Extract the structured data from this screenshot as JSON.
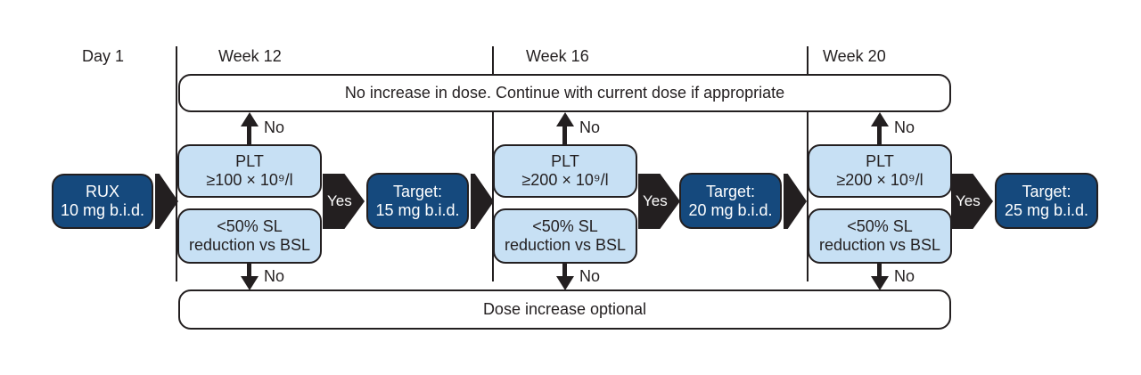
{
  "colors": {
    "navy": "#15497d",
    "light_blue": "#c7e0f4",
    "ink": "#231f20",
    "background": "#ffffff"
  },
  "timeline": {
    "day1": "Day 1",
    "weeks": [
      "Week 12",
      "Week 16",
      "Week 20"
    ]
  },
  "top_banner": "No increase in dose. Continue with current dose if appropriate",
  "bottom_banner": "Dose increase optional",
  "start_box": {
    "line1": "RUX",
    "line2": "10 mg b.i.d."
  },
  "columns": [
    {
      "week": "Week 12",
      "plt_line1": "PLT",
      "plt_line2": "≥100 × 10⁹/l",
      "sl_line1": "<50% SL",
      "sl_line2": "reduction vs BSL",
      "no_top": "No",
      "no_bottom": "No",
      "yes": "Yes",
      "target_line1": "Target:",
      "target_line2": "15 mg b.i.d."
    },
    {
      "week": "Week 16",
      "plt_line1": "PLT",
      "plt_line2": "≥200 × 10⁹/l",
      "sl_line1": "<50% SL",
      "sl_line2": "reduction vs BSL",
      "no_top": "No",
      "no_bottom": "No",
      "yes": "Yes",
      "target_line1": "Target:",
      "target_line2": "20 mg b.i.d."
    },
    {
      "week": "Week 20",
      "plt_line1": "PLT",
      "plt_line2": "≥200 × 10⁹/l",
      "sl_line1": "<50% SL",
      "sl_line2": "reduction vs BSL",
      "no_top": "No",
      "no_bottom": "No",
      "yes": "Yes",
      "target_line1": "Target:",
      "target_line2": "25 mg b.i.d."
    }
  ]
}
